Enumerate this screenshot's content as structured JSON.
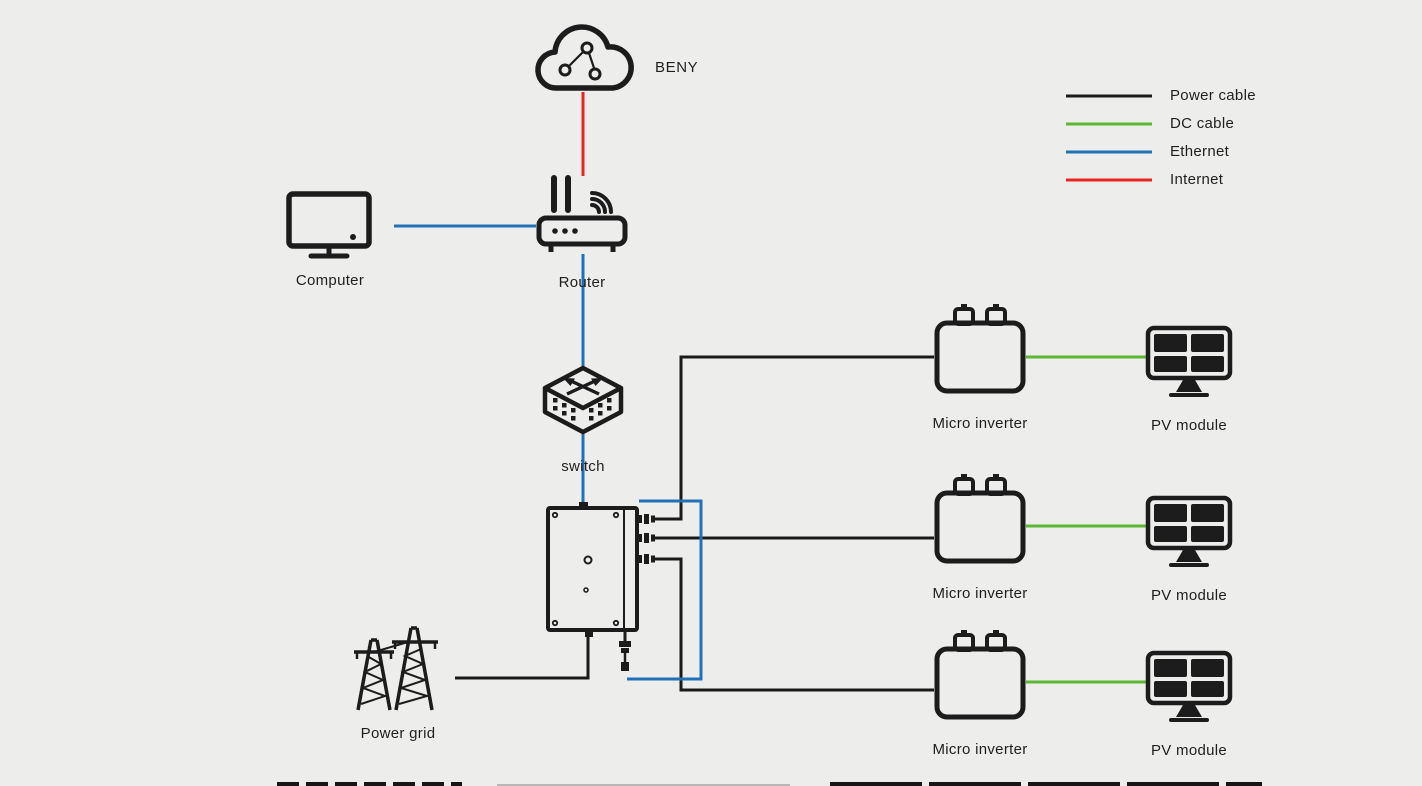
{
  "colors": {
    "background": "#ededec",
    "ink": "#1c1c1c",
    "power_cable": "#1a1a1a",
    "dc_cable": "#5cb832",
    "ethernet": "#2071b8",
    "internet": "#e62520"
  },
  "legend": {
    "items": [
      {
        "id": "power",
        "label": "Power cable",
        "color": "#1a1a1a"
      },
      {
        "id": "dc",
        "label": "DC cable",
        "color": "#5cb832"
      },
      {
        "id": "ethernet",
        "label": "Ethernet",
        "color": "#2071b8"
      },
      {
        "id": "internet",
        "label": "Internet",
        "color": "#e62520"
      }
    ]
  },
  "nodes": {
    "cloud": {
      "label": "BENY"
    },
    "computer": {
      "label": "Computer"
    },
    "router": {
      "label": "Router"
    },
    "switch": {
      "label": "switch"
    },
    "power_grid": {
      "label": "Power grid"
    },
    "micro_inverter_1": {
      "label": "Micro inverter"
    },
    "micro_inverter_2": {
      "label": "Micro inverter"
    },
    "micro_inverter_3": {
      "label": "Micro inverter"
    },
    "pv_module_1": {
      "label": "PV module"
    },
    "pv_module_2": {
      "label": "PV module"
    },
    "pv_module_3": {
      "label": "PV module"
    }
  }
}
